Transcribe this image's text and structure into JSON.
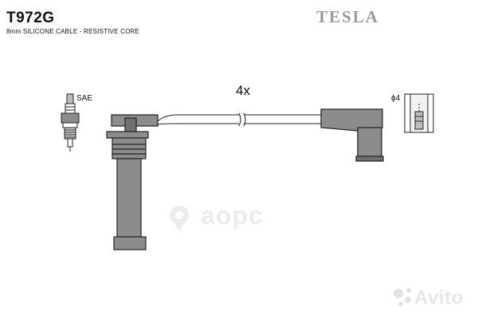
{
  "header": {
    "part_code": "T972G",
    "cable_spec": "8mm SILICONE CABLE - RESISTIVE CORE",
    "brand_logo_text": "TESLA"
  },
  "diagram": {
    "spark_plug_label": "SAE",
    "quantity_label": "4x",
    "terminal_label": "ϕ4"
  },
  "watermark": {
    "left_text": "аорс",
    "right_text": "Avito"
  },
  "colors": {
    "boot_fill": "#8c8c8c",
    "boot_dark": "#707070",
    "outline": "#222222",
    "brand": "#9a9a9a",
    "watermark": "#ececec"
  }
}
